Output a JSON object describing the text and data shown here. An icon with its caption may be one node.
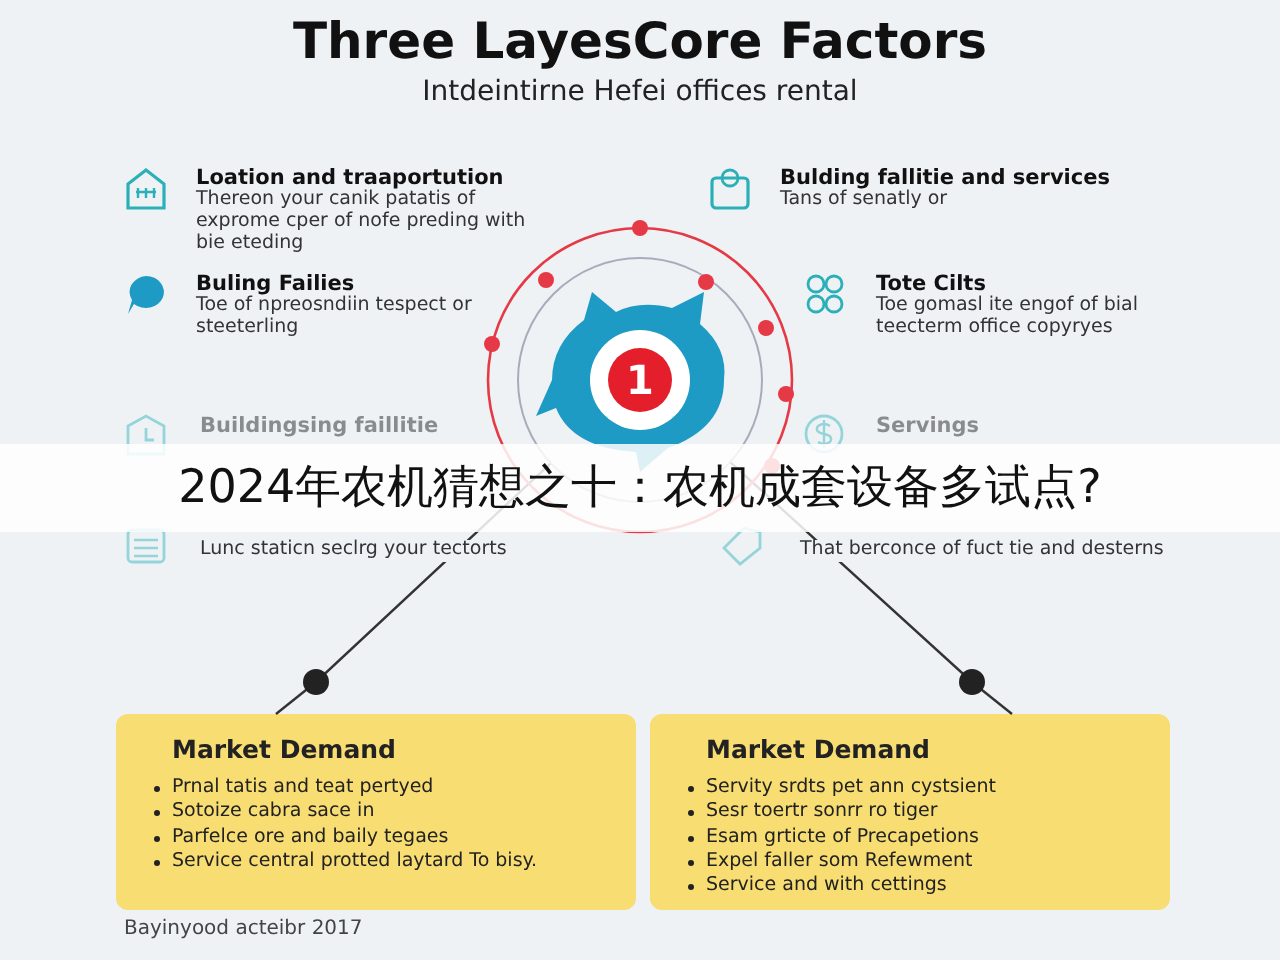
{
  "diagram": {
    "title": "Three LayesCore Factors",
    "caption": "Bayinyood acteibr 2017",
    "nodes": [
      {
        "text": [
          "1"
        ]
      },
      {
        "text": [
          "Market Demand",
          "Prnal tatis and teat pertyed",
          "Sotoize cabra sace in",
          "Parfelce ore and baily tegaes",
          "Service central protted laytard To bisy."
        ]
      },
      {
        "text": [
          "Market Demand",
          "Servity srdts pet ann cystsient",
          "Sesr toertr sonrr ro tiger",
          "Esam grticte of Precapetions",
          "Expel faller som Refewment",
          "Service and with cettings"
        ]
      }
    ],
    "edges": [
      {
        "from": 0,
        "to": 1,
        "arrow": "none"
      },
      {
        "from": 0,
        "to": 2,
        "arrow": "none"
      }
    ],
    "labels": [
      "Intdeintirne Hefei offices rental",
      "Loation and traaportution",
      "Thereon your canik patatis of exprome cper of nofe preding with bie eteding",
      "Bulding fallitie and services",
      "Tans of senatly or",
      "Buling Failies",
      "Toe of npreosndiin tespect or steeterling",
      "Tote Cilts",
      "Toe gomasl ite engof of bial teecterm office copyryes",
      "Buildingsing faillitie",
      "Servings",
      "2024年农机猜想之十：农机成套设备多试点?",
      "Lunc staticn seclrg your tectorts",
      "That berconce of fuct tie and desterns"
    ]
  }
}
